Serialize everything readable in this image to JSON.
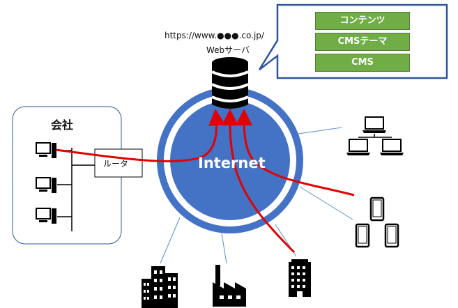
{
  "server": {
    "url": "https://www.●●●.co.jp/",
    "label": "Webサーバ"
  },
  "callout": {
    "items": [
      "コンテンツ",
      "CMSテーマ",
      "CMS"
    ]
  },
  "company": {
    "label": "会社",
    "router_label": "ルータ"
  },
  "internet": {
    "label": "Internet"
  },
  "colors": {
    "internet_fill": "#4472c4",
    "arrow": "#e00000",
    "callout_green": "#70ad47",
    "callout_border": "#2f5597",
    "line": "#5b8fc9"
  }
}
